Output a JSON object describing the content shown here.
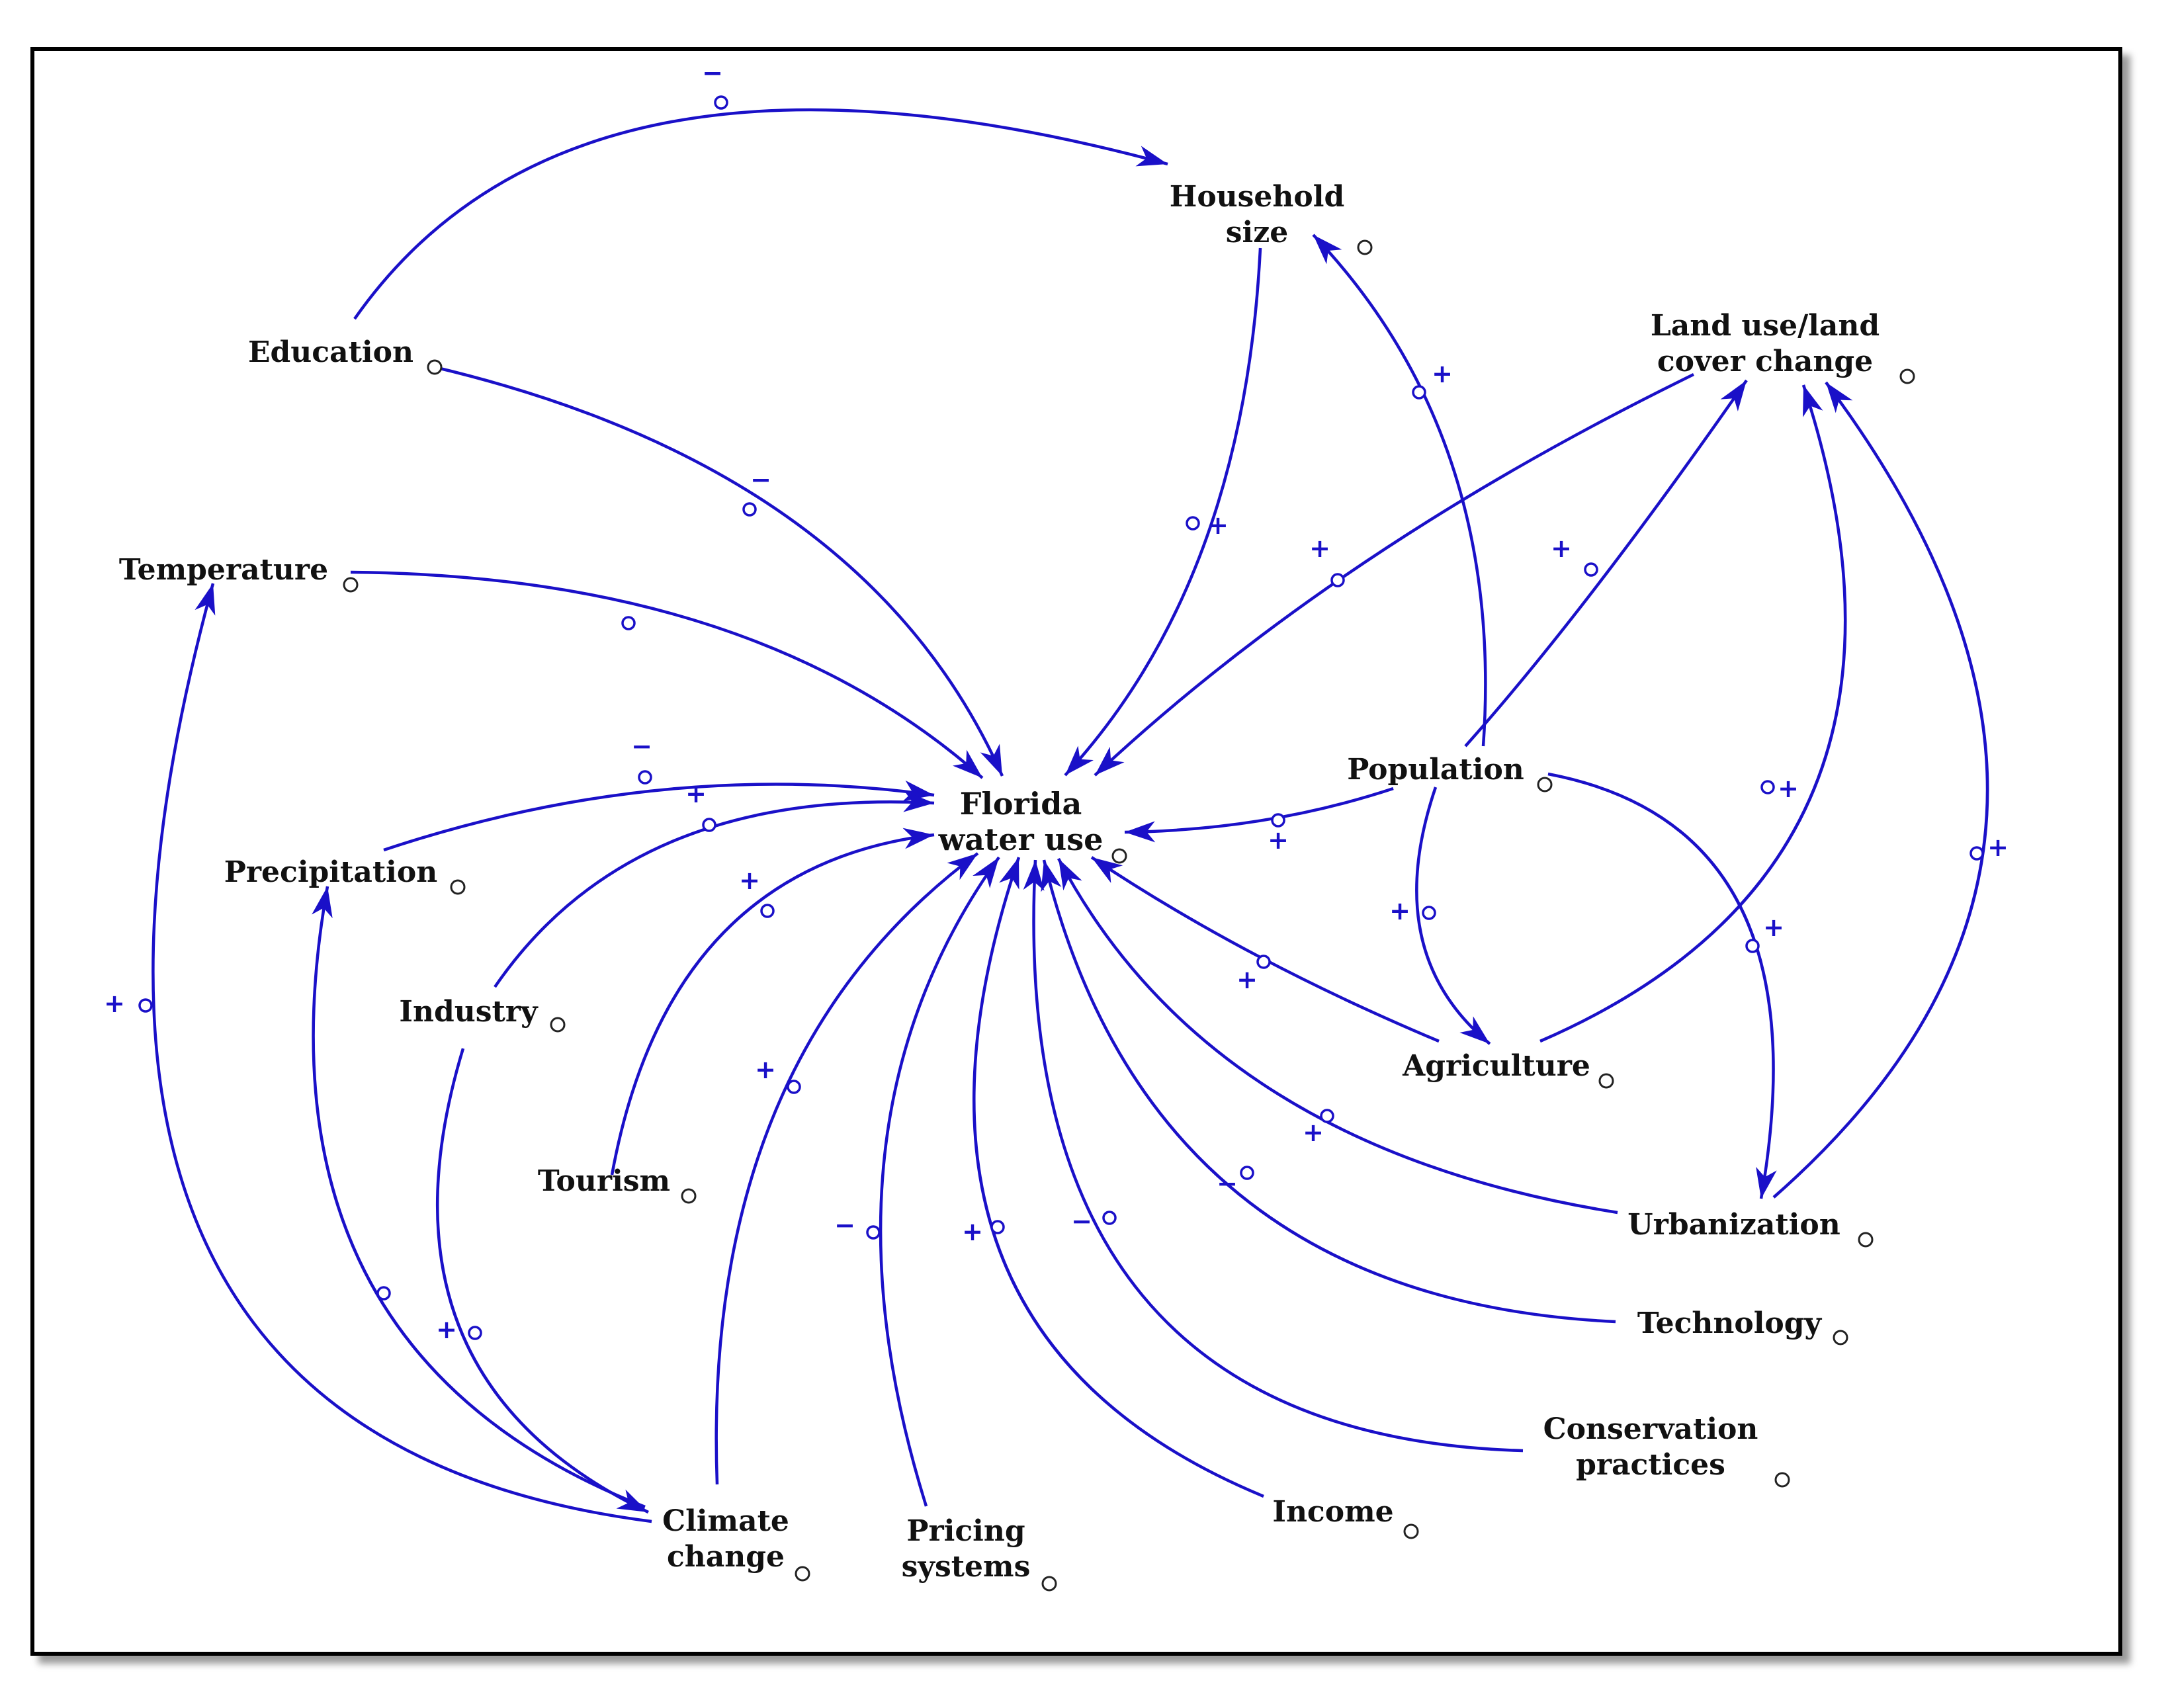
{
  "colors": {
    "edge": "#1a10c8",
    "node_circle": "#222222",
    "label": "#111111"
  },
  "nodes": [
    {
      "id": "household",
      "lines": [
        "Household",
        "size"
      ]
    },
    {
      "id": "education",
      "lines": [
        "Education"
      ]
    },
    {
      "id": "landuse",
      "lines": [
        "Land use/land",
        "cover change"
      ]
    },
    {
      "id": "temperature",
      "lines": [
        "Temperature"
      ]
    },
    {
      "id": "population",
      "lines": [
        "Population"
      ]
    },
    {
      "id": "florida",
      "lines": [
        "Florida",
        "water use"
      ],
      "center": true
    },
    {
      "id": "precipitation",
      "lines": [
        "Precipitation"
      ]
    },
    {
      "id": "industry",
      "lines": [
        "Industry"
      ]
    },
    {
      "id": "agriculture",
      "lines": [
        "Agriculture"
      ]
    },
    {
      "id": "tourism",
      "lines": [
        "Tourism"
      ]
    },
    {
      "id": "urbanization",
      "lines": [
        "Urbanization"
      ]
    },
    {
      "id": "technology",
      "lines": [
        "Technology"
      ]
    },
    {
      "id": "conservation",
      "lines": [
        "Conservation",
        "practices"
      ]
    },
    {
      "id": "income",
      "lines": [
        "Income"
      ]
    },
    {
      "id": "climate",
      "lines": [
        "Climate",
        "change"
      ]
    },
    {
      "id": "pricing",
      "lines": [
        "Pricing",
        "systems"
      ]
    }
  ],
  "links": [
    {
      "from": "education",
      "to": "household",
      "sign": "−"
    },
    {
      "from": "education",
      "to": "florida",
      "sign": "−"
    },
    {
      "from": "household",
      "to": "florida",
      "sign": "+"
    },
    {
      "from": "population",
      "to": "household",
      "sign": "+"
    },
    {
      "from": "landuse",
      "to": "florida",
      "sign": "+"
    },
    {
      "from": "population",
      "to": "landuse",
      "sign": "+"
    },
    {
      "from": "agriculture",
      "to": "landuse",
      "sign": "+"
    },
    {
      "from": "urbanization",
      "to": "landuse",
      "sign": "+"
    },
    {
      "from": "temperature",
      "to": "florida",
      "sign": ""
    },
    {
      "from": "population",
      "to": "florida",
      "sign": "+"
    },
    {
      "from": "population",
      "to": "agriculture",
      "sign": "+"
    },
    {
      "from": "population",
      "to": "urbanization",
      "sign": "+"
    },
    {
      "from": "precipitation",
      "to": "florida",
      "sign": "−"
    },
    {
      "from": "industry",
      "to": "florida",
      "sign": "+"
    },
    {
      "from": "tourism",
      "to": "florida",
      "sign": "+"
    },
    {
      "from": "agriculture",
      "to": "florida",
      "sign": "+"
    },
    {
      "from": "climate",
      "to": "florida",
      "sign": "+"
    },
    {
      "from": "pricing",
      "to": "florida",
      "sign": "−"
    },
    {
      "from": "income",
      "to": "florida",
      "sign": "+"
    },
    {
      "from": "conservation",
      "to": "florida",
      "sign": "−"
    },
    {
      "from": "technology",
      "to": "florida",
      "sign": "−"
    },
    {
      "from": "urbanization",
      "to": "florida",
      "sign": "+"
    },
    {
      "from": "climate",
      "to": "temperature",
      "sign": "+"
    },
    {
      "from": "climate",
      "to": "precipitation",
      "sign": ""
    },
    {
      "from": "industry",
      "to": "climate",
      "sign": "+"
    }
  ]
}
